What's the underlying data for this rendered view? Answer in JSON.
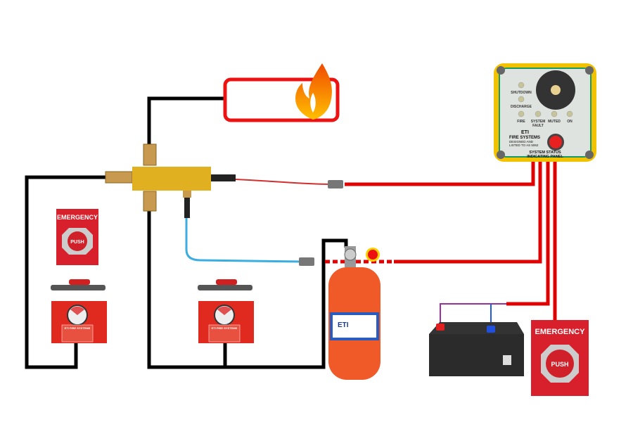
{
  "panel": {
    "led_labels": [
      "SHUTDOWN",
      "DISCHARGE",
      "FIRE",
      "SYSTEM",
      "FAULT",
      "MUTED",
      "ON"
    ],
    "brand": "ETI",
    "brand_sub": "FIRE SYSTEMS",
    "designed_line1": "DESIGNED AND",
    "designed_line2": "LISTED TO AS 5062",
    "title_line1": "SYSTEM STATUS",
    "title_line2": "INDICATING PANEL"
  },
  "emergency_small": {
    "title": "EMERGENCY",
    "button": "PUSH"
  },
  "emergency_large": {
    "title": "EMERGENCY",
    "button": "PUSH"
  },
  "cylinder": {
    "brand": "ETI"
  },
  "actuator": {
    "label": "ETI FIRE SYSTEMS"
  },
  "colors": {
    "pipe": "#000000",
    "signal_wire": "#e00000",
    "detection_hose": "#3aaee0",
    "manifold": "#e0b020",
    "cylinder": "#f05a28",
    "panel_frame": "#f2c200",
    "battery_positive": "#9b30a0",
    "battery_negative": "#1e5be0"
  },
  "icons": [
    "flame-icon"
  ]
}
